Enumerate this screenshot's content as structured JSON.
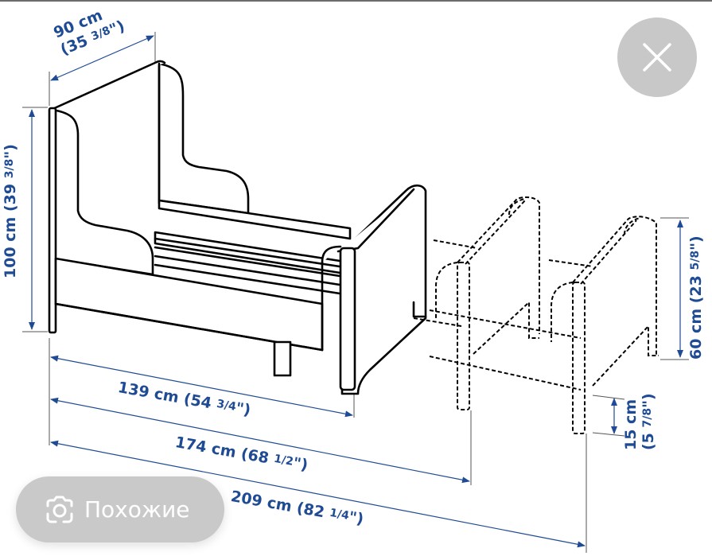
{
  "diagram": {
    "subject": "extendable children's bed with dimension annotations",
    "line_color": "#000000",
    "dimension_color": "#1f4b94",
    "dimensions": {
      "depth": {
        "metric": "90 cm",
        "imperial_open": "(35 ",
        "imperial_frac": "3/8",
        "imperial_close": "\")"
      },
      "height": {
        "metric": "100 cm",
        "imperial_open": "(39 ",
        "imperial_frac": "3/8",
        "imperial_close": "\")"
      },
      "length_short": {
        "metric": "139 cm",
        "imperial_open": "(54 ",
        "imperial_frac": "3/4",
        "imperial_close": "\")"
      },
      "length_mid": {
        "metric": "174 cm",
        "imperial_open": "(68 ",
        "imperial_frac": "1/2",
        "imperial_close": "\")"
      },
      "length_long": {
        "metric": "209 cm",
        "imperial_open": "(82 ",
        "imperial_frac": "1/4",
        "imperial_close": "\")"
      },
      "footboard_height": {
        "metric": "60 cm",
        "imperial_open": "(23 ",
        "imperial_frac": "5/8",
        "imperial_close": "\")"
      },
      "leg_height": {
        "metric": "15 cm",
        "imperial_open": "(5 ",
        "imperial_frac": "7/8",
        "imperial_close": "\")"
      }
    }
  },
  "overlay": {
    "close_button": {
      "icon": "close-icon",
      "bg": "#c8c8c8"
    },
    "similar_button": {
      "icon": "camera-search-icon",
      "label": "Похожие",
      "bg": "#c9c9c9"
    }
  }
}
